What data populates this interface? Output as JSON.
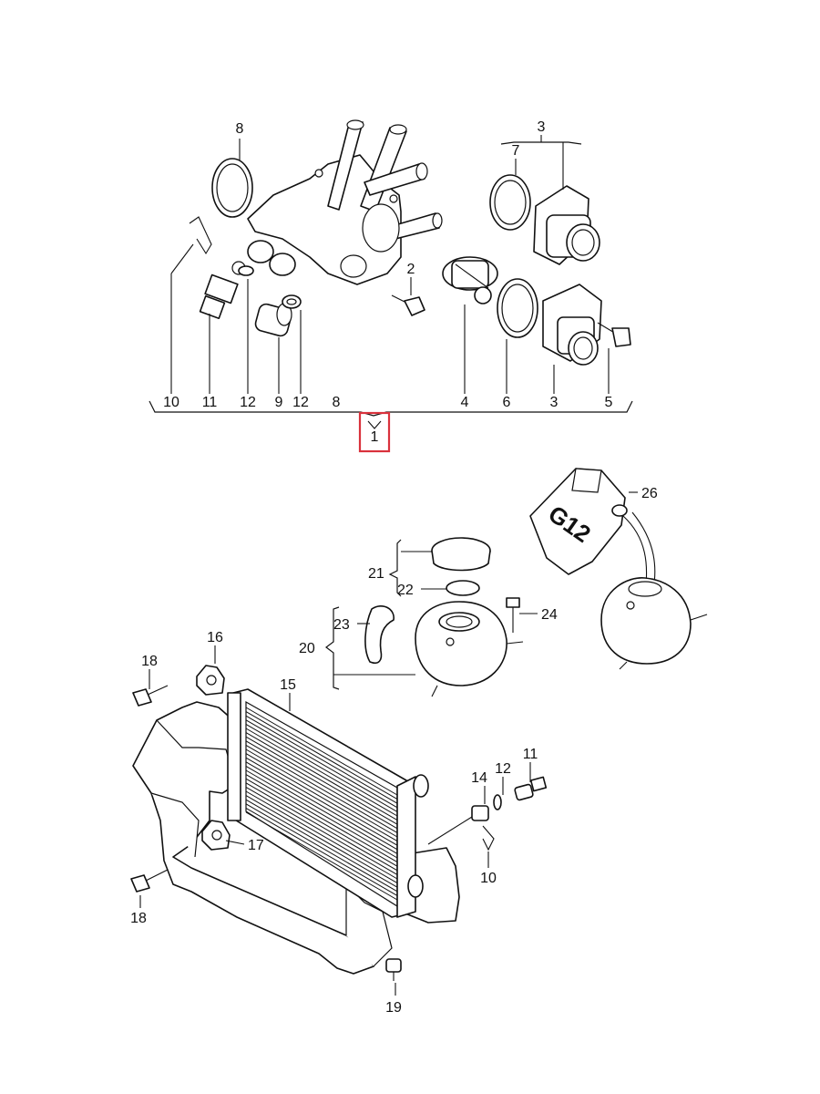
{
  "group_label": "1",
  "highlight_color": "#d9323c",
  "callouts": {
    "c8_top": "8",
    "c3_top": "3",
    "c7": "7",
    "c2": "2",
    "c10_top": "10",
    "c11_top": "11",
    "c12_a": "12",
    "c9": "9",
    "c12_b": "12",
    "c8_bottom": "8",
    "c4": "4",
    "c6": "6",
    "c3_bottom": "3",
    "c5": "5",
    "c26": "26",
    "c21": "21",
    "c22": "22",
    "c24": "24",
    "c23": "23",
    "c20": "20",
    "c16": "16",
    "c18_top": "18",
    "c15": "15",
    "c11_mid": "11",
    "c12_mid": "12",
    "c14": "14",
    "c17": "17",
    "c10_mid": "10",
    "c18_bottom": "18",
    "c19": "19"
  },
  "bottle_mark": "G12"
}
